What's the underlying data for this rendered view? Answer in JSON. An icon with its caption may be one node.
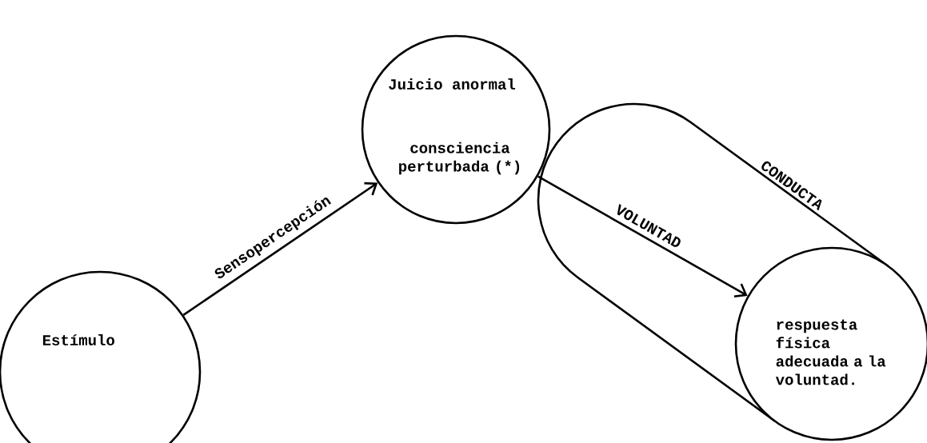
{
  "diagram": {
    "nodes": [
      {
        "text": [
          "Estímulo"
        ]
      },
      {
        "text": [
          "Juicio anormal",
          "consciencia perturbada (*)"
        ]
      },
      {
        "text": [
          "respuesta física adecuada a la voluntad."
        ]
      }
    ],
    "edges": [
      {
        "from": 0,
        "to": 1,
        "arrow": "to",
        "label": "Sensopercepción"
      },
      {
        "from": 1,
        "to": 2,
        "arrow": "to",
        "label": "VOLUNTAD"
      }
    ],
    "labels": [
      "CONDUCTA"
    ]
  }
}
